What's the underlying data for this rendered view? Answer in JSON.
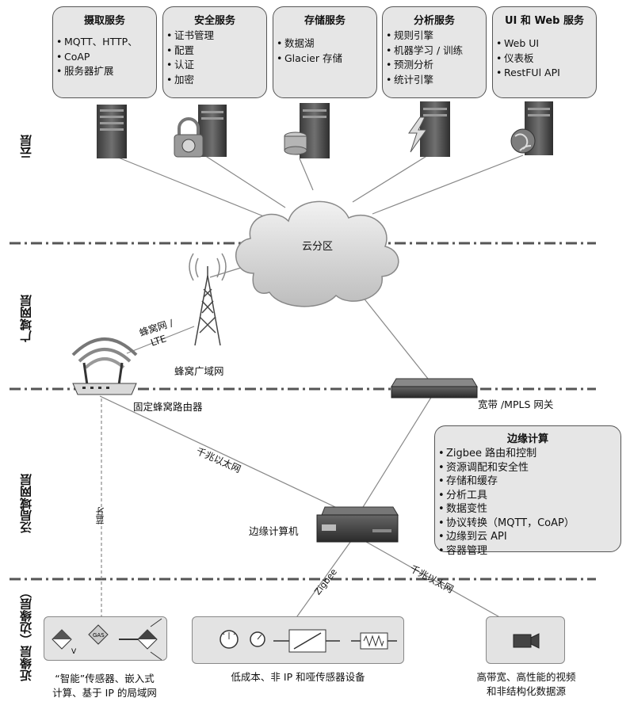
{
  "cloud_services": [
    {
      "title": "摄取服务",
      "items": [
        "MQTT、HTTP、",
        "CoAP",
        "服务器扩展"
      ]
    },
    {
      "title": "安全服务",
      "items": [
        "证书管理",
        "配置",
        "认证",
        "加密"
      ]
    },
    {
      "title": "存储服务",
      "items": [
        "数据湖",
        "Glacier 存储"
      ]
    },
    {
      "title": "分析服务",
      "items": [
        "规则引擎",
        "机器学习 / 训练",
        "预测分析",
        "统计引擎"
      ]
    },
    {
      "title": "UI 和 Web 服务",
      "items": [
        "Web UI",
        "仪表板",
        "RestFUl  API"
      ]
    }
  ],
  "layers": {
    "cloud": "云层",
    "wan": "广域网层",
    "lan": "泛局域网层",
    "edge": "近缘层（边缘层）"
  },
  "labels": {
    "cloud_zone": "云分区",
    "cellular_link_1": "蜂窝网 /",
    "cellular_link_2": "LTE",
    "cellular_wan": "蜂窝广域网",
    "router": "固定蜂窝路由器",
    "gateway": "宽带 /MPLS 网关",
    "gigabit_1": "千兆以太网",
    "gigabit_2": "千兆以太网",
    "bluetooth": "蓝牙",
    "zigbee": "Zigbee",
    "edge_computer": "边缘计算机"
  },
  "edge_computing": {
    "title": "边缘计算",
    "items": [
      "Zigbee 路由和控制",
      "资源调配和安全性",
      "存储和缓存",
      "分析工具",
      "数据变性",
      "协议转换（MQTT，CoAP）",
      "边缘到云 API",
      "容器管理"
    ]
  },
  "device_groups": {
    "smart_caption_1": "“智能”传感器、嵌入式",
    "smart_caption_2": "计算、基于 IP 的局域网",
    "low_cost_caption": "低成本、非 IP 和哑传感器设备",
    "video_caption_1": "高带宽、高性能的视频",
    "video_caption_2": "和非结构化数据源",
    "gas_sensor_text": "GAS",
    "voltage_text": "V"
  }
}
